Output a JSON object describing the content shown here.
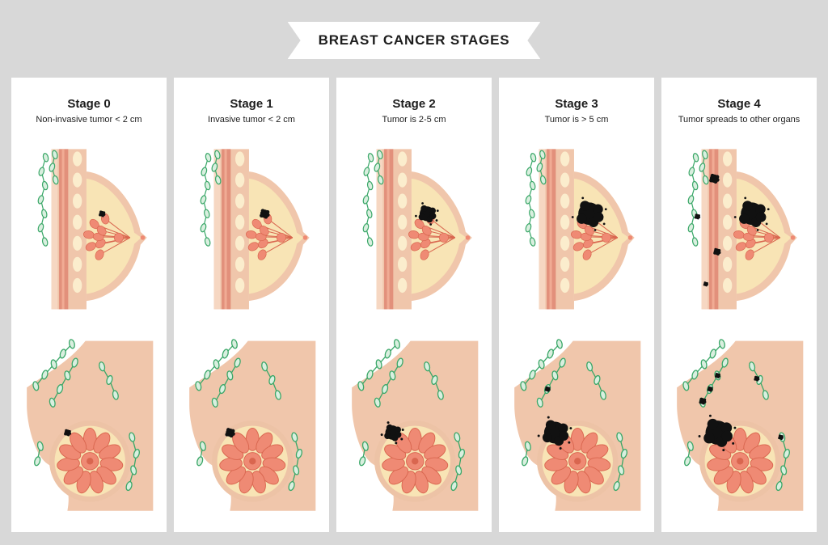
{
  "banner": {
    "title": "BREAST CANCER STAGES"
  },
  "stages": [
    {
      "id": "stage-0",
      "title": "Stage 0",
      "subtitle": "Non-invasive tumor < 2 cm",
      "tumor_size": {
        "side": 4,
        "front": 4
      },
      "spread": {
        "lymph_nodes": false,
        "distant": false
      }
    },
    {
      "id": "stage-1",
      "title": "Stage 1",
      "subtitle": "Invasive tumor < 2 cm",
      "tumor_size": {
        "side": 6,
        "front": 5.5
      },
      "spread": {
        "lymph_nodes": false,
        "distant": false
      }
    },
    {
      "id": "stage-2",
      "title": "Stage 2",
      "subtitle": "Tumor is 2-5 cm",
      "tumor_size": {
        "side": 10.5,
        "front": 9.5
      },
      "spread": {
        "lymph_nodes": false,
        "distant": false
      }
    },
    {
      "id": "stage-3",
      "title": "Stage 3",
      "subtitle": "Tumor is > 5 cm",
      "tumor_size": {
        "side": 16,
        "front": 14.5
      },
      "spread": {
        "lymph_nodes": true,
        "distant": false
      }
    },
    {
      "id": "stage-4",
      "title": "Stage 4",
      "subtitle": "Tumor spreads to other organs",
      "tumor_size": {
        "side": 16,
        "front": 16
      },
      "spread": {
        "lymph_nodes": true,
        "distant": true
      }
    }
  ],
  "colors": {
    "bg": "#d8d8d8",
    "card": "#ffffff",
    "text": "#1d1d1d",
    "skin": "#f0c6ab",
    "skin_light": "#f6d7c2",
    "skin_ring": "#edc3a6",
    "muscle": "#e2907b",
    "muscle_hi": "#f0ab94",
    "fat": "#f8e4b5",
    "fat_light": "#fbedcd",
    "gland": "#ef8a74",
    "gland_dark": "#d9664f",
    "lymph": "#3aa768",
    "lymph_light": "#d9efdf",
    "tumor": "#111111"
  }
}
